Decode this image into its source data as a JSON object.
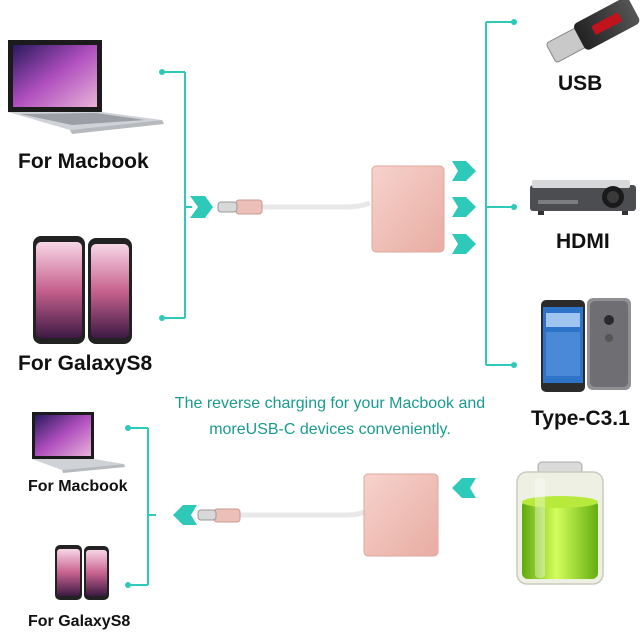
{
  "labels": {
    "top_macbook": "For Macbook",
    "top_galaxy": "For GalaxyS8",
    "usb": "USB",
    "hdmi": "HDMI",
    "typec": "Type-C3.1",
    "bottom_macbook": "For Macbook",
    "bottom_galaxy": "For GalaxyS8"
  },
  "caption": {
    "line1": "The reverse charging for your Macbook and",
    "line2": "moreUSB-C devices conveniently."
  },
  "colors": {
    "teal": "#2fc9b9",
    "caption": "#1a9b8f",
    "adapter": "#f0c3bb",
    "battery_green": "#8fd41a"
  },
  "icons": {
    "laptop": "laptop-icon",
    "phone": "smartphone-icon",
    "usb": "usb-flash-drive-icon",
    "projector": "projector-icon",
    "battery": "battery-icon",
    "adapter": "usb-c-adapter-icon",
    "arrow": "arrow-icon"
  }
}
